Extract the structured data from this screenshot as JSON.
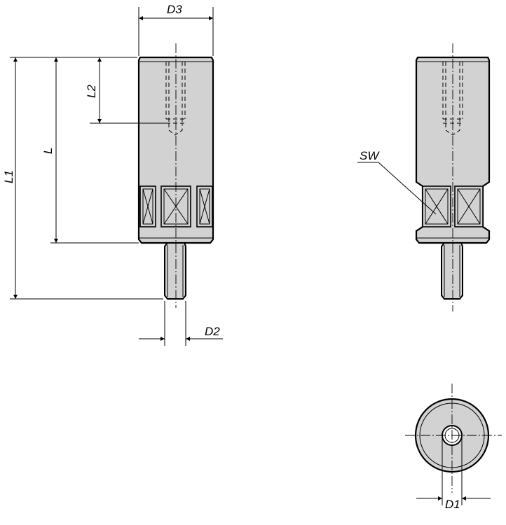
{
  "labels": {
    "d3": "D3",
    "l2": "L2",
    "l": "L",
    "l1": "L1",
    "d2": "D2",
    "sw": "SW",
    "d1": "D1"
  }
}
